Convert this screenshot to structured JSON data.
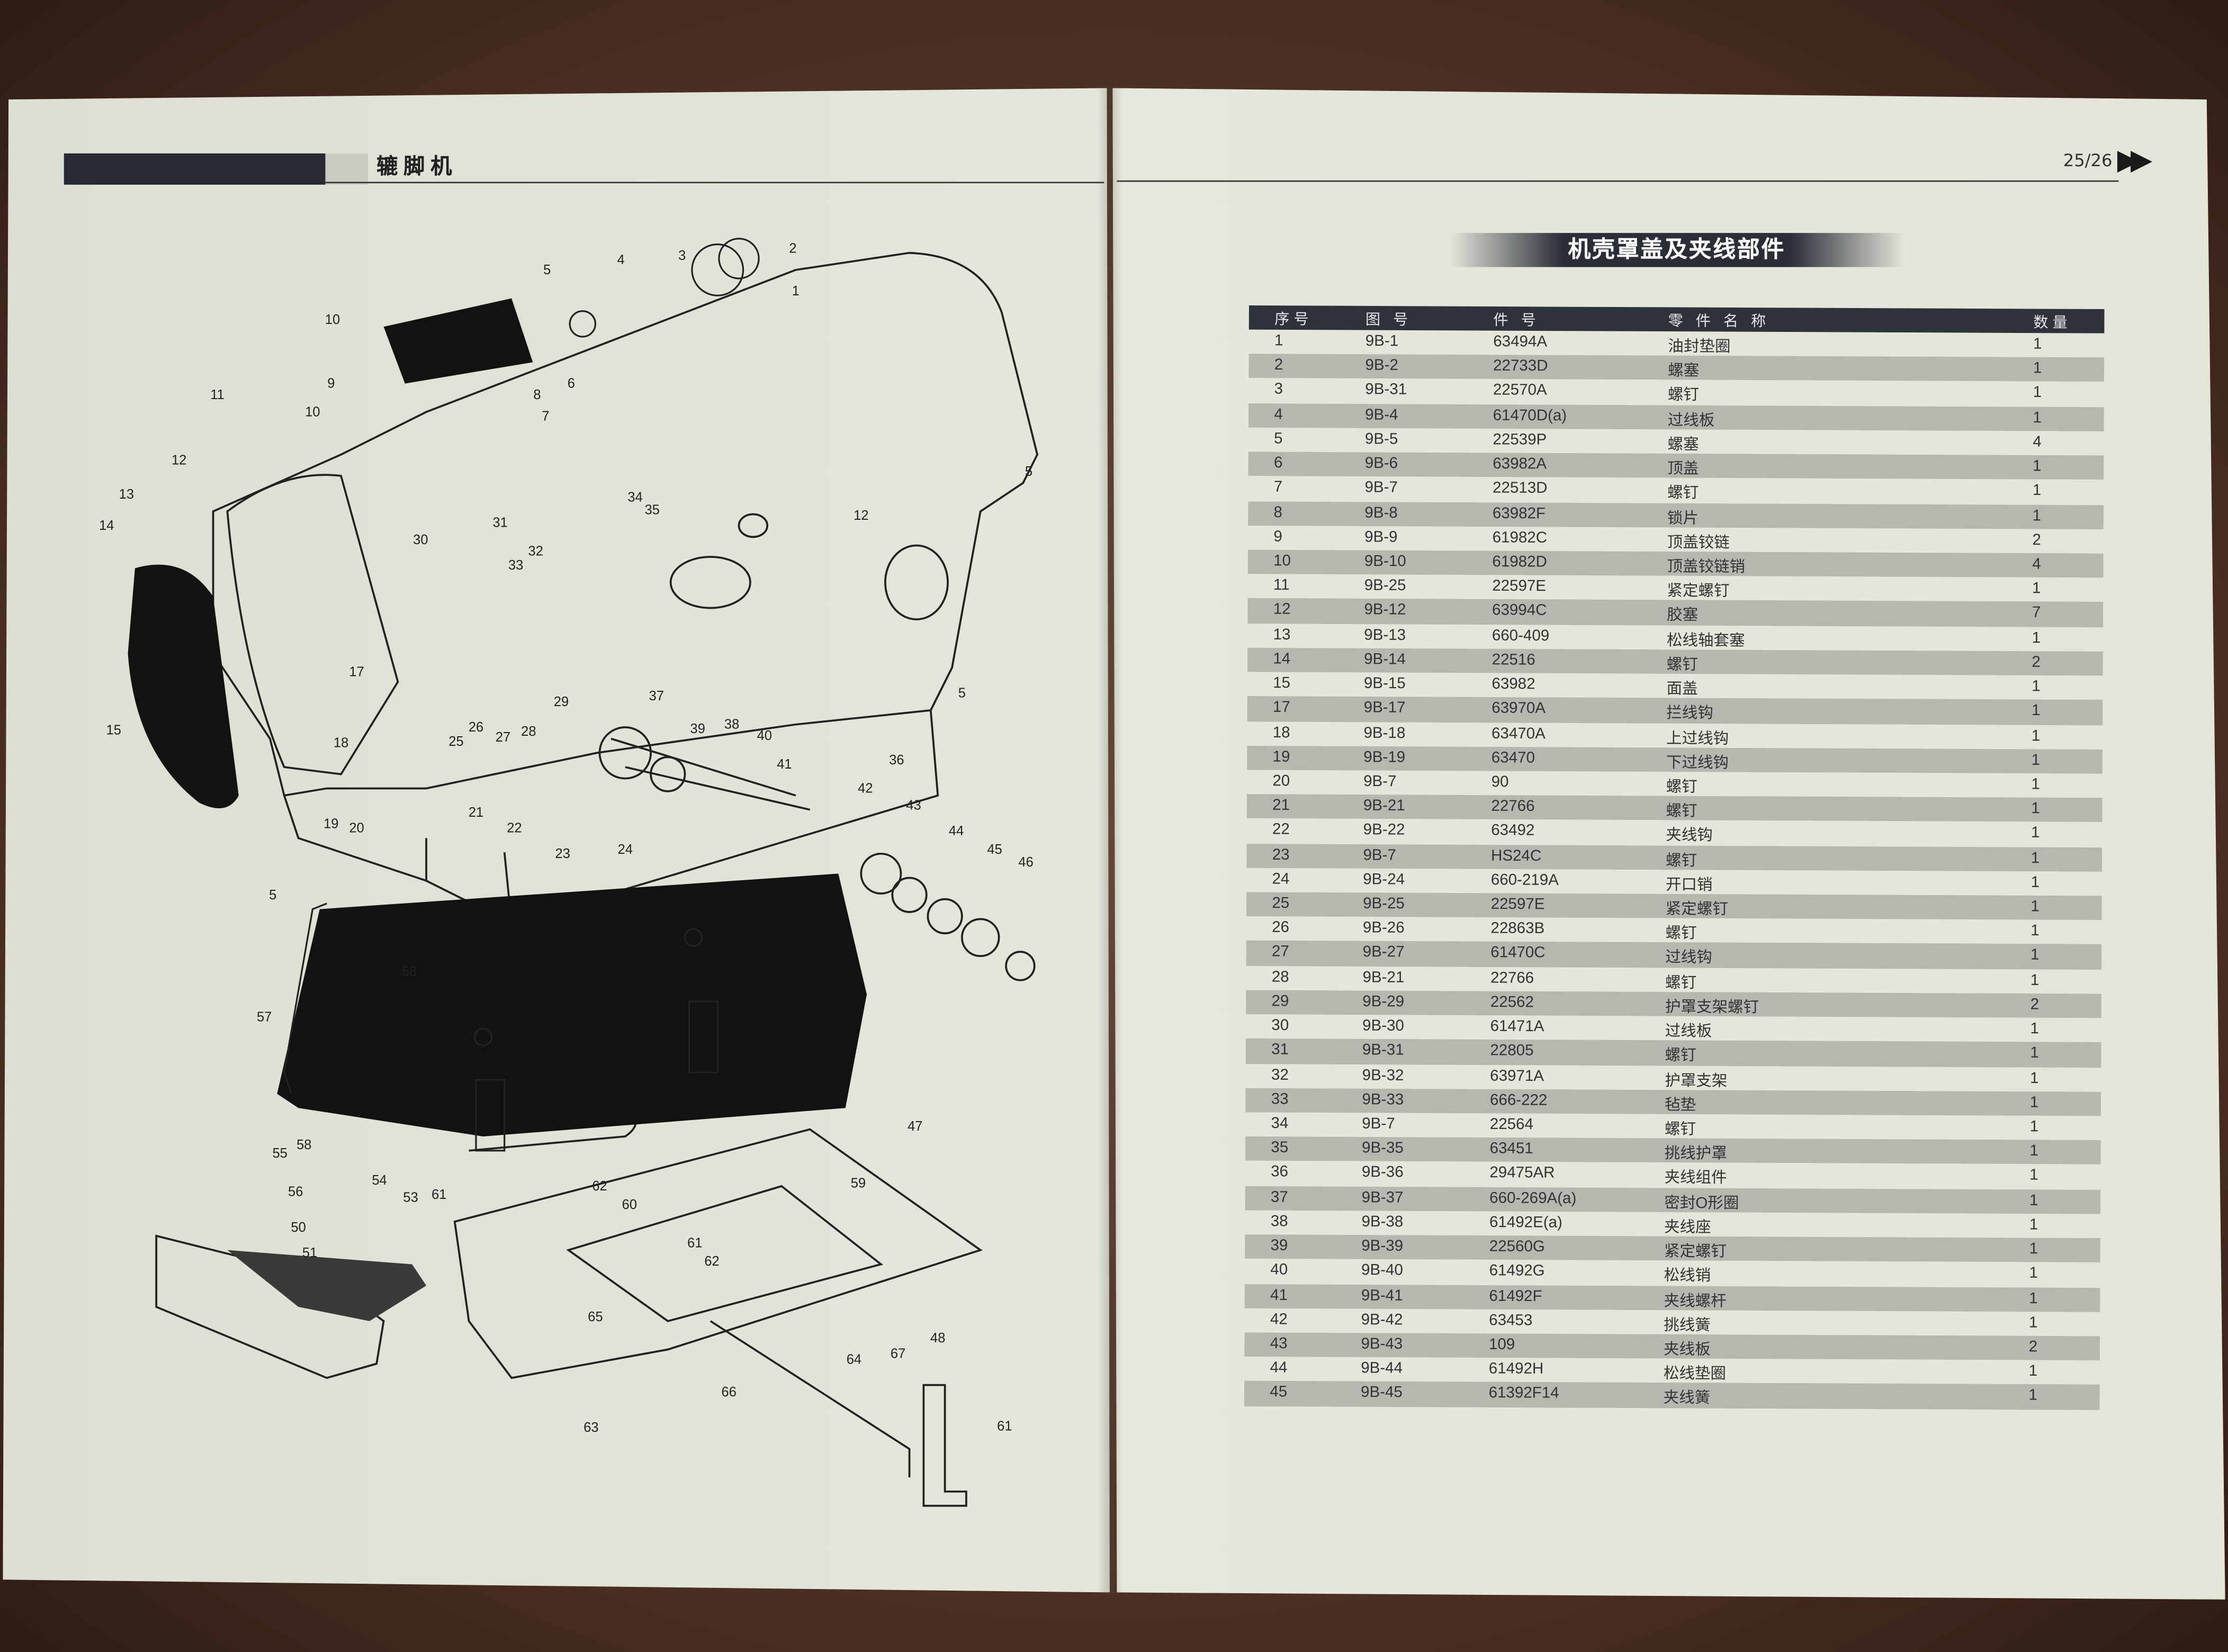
{
  "left_page": {
    "header_title": "辘脚机",
    "diagram_callouts": [
      "1",
      "2",
      "3",
      "4",
      "5",
      "10",
      "9",
      "10",
      "11",
      "8",
      "6",
      "7",
      "12",
      "13",
      "14",
      "15",
      "5",
      "12",
      "34",
      "35",
      "30",
      "31",
      "32",
      "33",
      "17",
      "18",
      "25",
      "26",
      "27",
      "28",
      "29",
      "37",
      "39",
      "38",
      "40",
      "41",
      "36",
      "5",
      "42",
      "43",
      "44",
      "45",
      "46",
      "19",
      "20",
      "21",
      "22",
      "23",
      "24",
      "5",
      "58",
      "57",
      "55",
      "58",
      "56",
      "54",
      "53",
      "61",
      "62",
      "60",
      "47",
      "59",
      "50",
      "51",
      "61",
      "62",
      "65",
      "48",
      "64",
      "67",
      "66",
      "63",
      "61"
    ]
  },
  "right_page": {
    "page_number": "25/26",
    "section_title": "机壳罩盖及夹线部件",
    "table": {
      "headers": {
        "no": "序号",
        "fig": "图 号",
        "part": "件 号",
        "name": "零 件 名 称",
        "qty": "数量"
      },
      "rows": [
        {
          "no": "1",
          "fig": "9B-1",
          "part": "63494A",
          "name": "油封垫圈",
          "qty": "1"
        },
        {
          "no": "2",
          "fig": "9B-2",
          "part": "22733D",
          "name": "螺塞",
          "qty": "1"
        },
        {
          "no": "3",
          "fig": "9B-31",
          "part": "22570A",
          "name": "螺钉",
          "qty": "1"
        },
        {
          "no": "4",
          "fig": "9B-4",
          "part": "61470D(a)",
          "name": "过线板",
          "qty": "1"
        },
        {
          "no": "5",
          "fig": "9B-5",
          "part": "22539P",
          "name": "螺塞",
          "qty": "4"
        },
        {
          "no": "6",
          "fig": "9B-6",
          "part": "63982A",
          "name": "顶盖",
          "qty": "1"
        },
        {
          "no": "7",
          "fig": "9B-7",
          "part": "22513D",
          "name": "螺钉",
          "qty": "1"
        },
        {
          "no": "8",
          "fig": "9B-8",
          "part": "63982F",
          "name": "锁片",
          "qty": "1"
        },
        {
          "no": "9",
          "fig": "9B-9",
          "part": "61982C",
          "name": "顶盖铰链",
          "qty": "2"
        },
        {
          "no": "10",
          "fig": "9B-10",
          "part": "61982D",
          "name": "顶盖铰链销",
          "qty": "4"
        },
        {
          "no": "11",
          "fig": "9B-25",
          "part": "22597E",
          "name": "紧定螺钉",
          "qty": "1"
        },
        {
          "no": "12",
          "fig": "9B-12",
          "part": "63994C",
          "name": "胶塞",
          "qty": "7"
        },
        {
          "no": "13",
          "fig": "9B-13",
          "part": "660-409",
          "name": "松线轴套塞",
          "qty": "1"
        },
        {
          "no": "14",
          "fig": "9B-14",
          "part": "22516",
          "name": "螺钉",
          "qty": "2"
        },
        {
          "no": "15",
          "fig": "9B-15",
          "part": "63982",
          "name": "面盖",
          "qty": "1"
        },
        {
          "no": "17",
          "fig": "9B-17",
          "part": "63970A",
          "name": "拦线钩",
          "qty": "1"
        },
        {
          "no": "18",
          "fig": "9B-18",
          "part": "63470A",
          "name": "上过线钩",
          "qty": "1"
        },
        {
          "no": "19",
          "fig": "9B-19",
          "part": "63470",
          "name": "下过线钩",
          "qty": "1"
        },
        {
          "no": "20",
          "fig": "9B-7",
          "part": "90",
          "name": "螺钉",
          "qty": "1"
        },
        {
          "no": "21",
          "fig": "9B-21",
          "part": "22766",
          "name": "螺钉",
          "qty": "1"
        },
        {
          "no": "22",
          "fig": "9B-22",
          "part": "63492",
          "name": "夹线钩",
          "qty": "1"
        },
        {
          "no": "23",
          "fig": "9B-7",
          "part": "HS24C",
          "name": "螺钉",
          "qty": "1"
        },
        {
          "no": "24",
          "fig": "9B-24",
          "part": "660-219A",
          "name": "开口销",
          "qty": "1"
        },
        {
          "no": "25",
          "fig": "9B-25",
          "part": "22597E",
          "name": "紧定螺钉",
          "qty": "1"
        },
        {
          "no": "26",
          "fig": "9B-26",
          "part": "22863B",
          "name": "螺钉",
          "qty": "1"
        },
        {
          "no": "27",
          "fig": "9B-27",
          "part": "61470C",
          "name": "过线钩",
          "qty": "1"
        },
        {
          "no": "28",
          "fig": "9B-21",
          "part": "22766",
          "name": "螺钉",
          "qty": "1"
        },
        {
          "no": "29",
          "fig": "9B-29",
          "part": "22562",
          "name": "护罩支架螺钉",
          "qty": "2"
        },
        {
          "no": "30",
          "fig": "9B-30",
          "part": "61471A",
          "name": "过线板",
          "qty": "1"
        },
        {
          "no": "31",
          "fig": "9B-31",
          "part": "22805",
          "name": "螺钉",
          "qty": "1"
        },
        {
          "no": "32",
          "fig": "9B-32",
          "part": "63971A",
          "name": "护罩支架",
          "qty": "1"
        },
        {
          "no": "33",
          "fig": "9B-33",
          "part": "666-222",
          "name": "毡垫",
          "qty": "1"
        },
        {
          "no": "34",
          "fig": "9B-7",
          "part": "22564",
          "name": "螺钉",
          "qty": "1"
        },
        {
          "no": "35",
          "fig": "9B-35",
          "part": "63451",
          "name": "挑线护罩",
          "qty": "1"
        },
        {
          "no": "36",
          "fig": "9B-36",
          "part": "29475AR",
          "name": "夹线组件",
          "qty": "1"
        },
        {
          "no": "37",
          "fig": "9B-37",
          "part": "660-269A(a)",
          "name": "密封O形圈",
          "qty": "1"
        },
        {
          "no": "38",
          "fig": "9B-38",
          "part": "61492E(a)",
          "name": "夹线座",
          "qty": "1"
        },
        {
          "no": "39",
          "fig": "9B-39",
          "part": "22560G",
          "name": "紧定螺钉",
          "qty": "1"
        },
        {
          "no": "40",
          "fig": "9B-40",
          "part": "61492G",
          "name": "松线销",
          "qty": "1"
        },
        {
          "no": "41",
          "fig": "9B-41",
          "part": "61492F",
          "name": "夹线螺杆",
          "qty": "1"
        },
        {
          "no": "42",
          "fig": "9B-42",
          "part": "63453",
          "name": "挑线簧",
          "qty": "1"
        },
        {
          "no": "43",
          "fig": "9B-43",
          "part": "109",
          "name": "夹线板",
          "qty": "2"
        },
        {
          "no": "44",
          "fig": "9B-44",
          "part": "61492H",
          "name": "松线垫圈",
          "qty": "1"
        },
        {
          "no": "45",
          "fig": "9B-45",
          "part": "61392F14",
          "name": "夹线簧",
          "qty": "1"
        }
      ]
    }
  }
}
